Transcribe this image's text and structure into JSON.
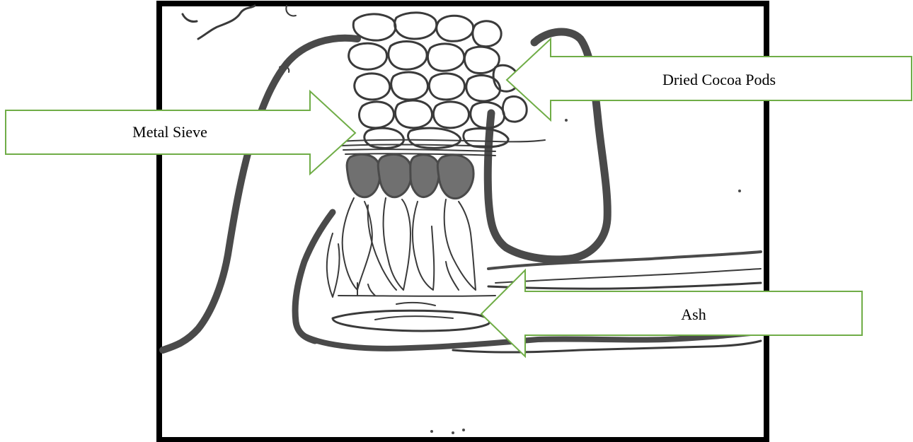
{
  "labels": {
    "dried_cocoa_pods": "Dried Cocoa Pods",
    "metal_sieve": "Metal Sieve",
    "ash": "Ash"
  },
  "colors": {
    "arrow_stroke": "#70ad47",
    "arrow_fill": "#ffffff",
    "frame": "#000000",
    "sketch_ink": "#3a3a3a",
    "sketch_dark": "#4a4a4a",
    "sketch_fill": "#707070"
  }
}
